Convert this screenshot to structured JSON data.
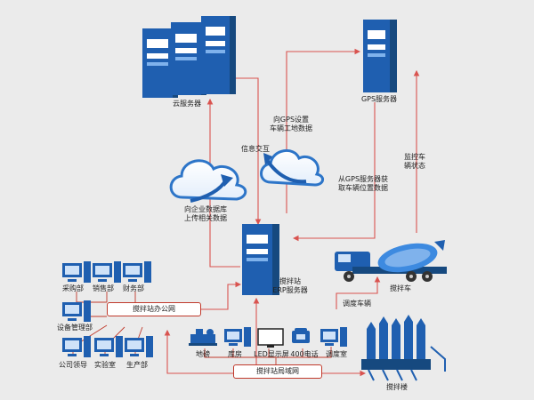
{
  "colors": {
    "primary": "#1f5fb0",
    "light": "#3d8ae0",
    "arrow": "#d9534f",
    "line": "#c0392b"
  },
  "labels": {
    "cloud_server": "云服务器",
    "gps_server": "GPS服务器",
    "to_gps": [
      "向GPS设置",
      "车辆工地数据"
    ],
    "info_exchange": "信息交互",
    "upload": [
      "向企业数据库",
      "上传相关数据"
    ],
    "from_gps": [
      "从GPS服务器获",
      "取车辆位置数据"
    ],
    "monitor": [
      "监控车",
      "辆状态"
    ],
    "erp": [
      "搅拌站",
      "ERP服务器"
    ],
    "mixer_truck": "搅拌车",
    "dispatch_vehicle": "调度车辆",
    "office_net": "搅拌站办公网",
    "lan": "搅拌站局域网",
    "scale": "地磅",
    "warehouse": "库房",
    "led": "LED显示屏",
    "phone": "400电话",
    "control_room": "调度室",
    "mixing_plant": "搅拌楼",
    "procurement": "采购部",
    "sales": "销售部",
    "finance": "财务部",
    "equipment": "设备管理部",
    "leader": "公司领导",
    "lab": "实验室",
    "production": "生产部"
  }
}
